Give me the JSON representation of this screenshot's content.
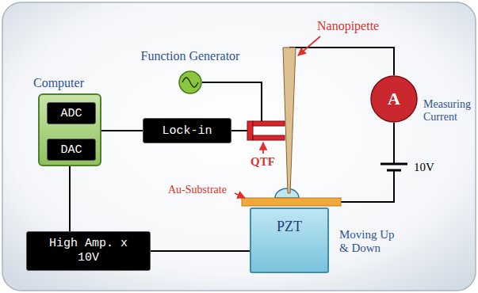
{
  "diagram": {
    "nodes": [
      {
        "text": [
          "Computer"
        ]
      },
      {
        "text": [
          "ADC"
        ],
        "in": 0
      },
      {
        "text": [
          "DAC"
        ],
        "in": 0
      },
      {
        "text": [
          "Function Generator"
        ]
      },
      {
        "text": [
          "Lock-in"
        ]
      },
      {
        "text": [
          "A"
        ]
      },
      {
        "text": [
          "High Amp. x 10V"
        ]
      },
      {
        "text": [
          "PZT"
        ]
      }
    ],
    "edges": [
      {
        "from": 0,
        "to": 4,
        "arrow": "none"
      },
      {
        "from": 0,
        "to": 6,
        "arrow": "none"
      },
      {
        "from": 6,
        "to": 7,
        "arrow": "none"
      }
    ],
    "labels": [
      "Nanopipette",
      "Measuring Current",
      "QTF",
      "10V",
      "Au-Substrate",
      "Moving Up & Down"
    ]
  }
}
